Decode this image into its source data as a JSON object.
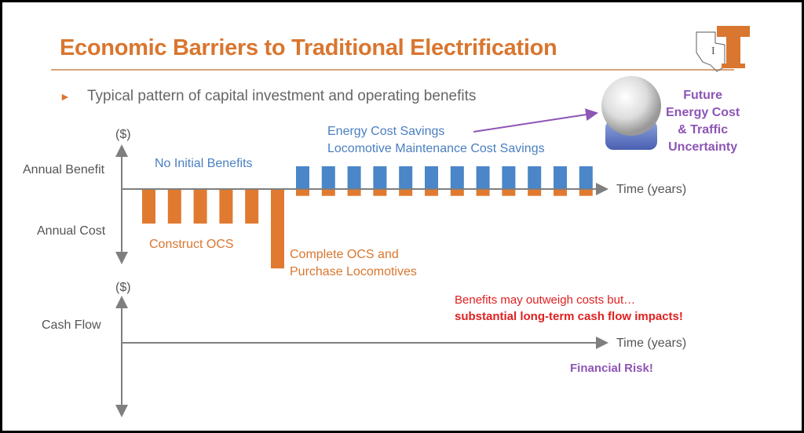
{
  "title": "Economic Barriers to Traditional Electrification",
  "bullet": "Typical pattern of capital investment and operating benefits",
  "top_diagram": {
    "y_unit": "($)",
    "benefit_label": "Annual Benefit",
    "cost_label": "Annual Cost",
    "time_label": "Time (years)",
    "no_initial_benefits": "No Initial Benefits",
    "savings_1": "Energy Cost Savings",
    "savings_2": "Locomotive Maintenance Cost Savings",
    "construct": "Construct OCS",
    "complete_1": "Complete OCS and",
    "complete_2": "Purchase Locomotives",
    "uncertainty": [
      "Future",
      "Energy Cost",
      "& Traffic",
      "Uncertainty"
    ]
  },
  "chart_data": {
    "type": "bar",
    "construction_costs": [
      -1,
      -1,
      -1,
      -1,
      -1,
      -2.3
    ],
    "operating_benefits": [
      1,
      1,
      1,
      1,
      1,
      1,
      1,
      1,
      1,
      1,
      1,
      1
    ],
    "operating_costs": [
      -0.3,
      -0.3,
      -0.3,
      -0.3,
      -0.3,
      -0.3,
      -0.3,
      -0.3,
      -0.3,
      -0.3,
      -0.3,
      -0.3
    ]
  },
  "bottom_diagram": {
    "y_unit": "($)",
    "cash_flow_label": "Cash Flow",
    "time_label": "Time (years)",
    "note_1": "Benefits may outweigh costs but…",
    "note_2": "substantial long-term cash flow impacts!",
    "risk": "Financial Risk!"
  },
  "colors": {
    "orange": "#e07a30",
    "blue": "#4a86c8",
    "axis": "#7f7f7f",
    "purple": "#8d55b5"
  }
}
